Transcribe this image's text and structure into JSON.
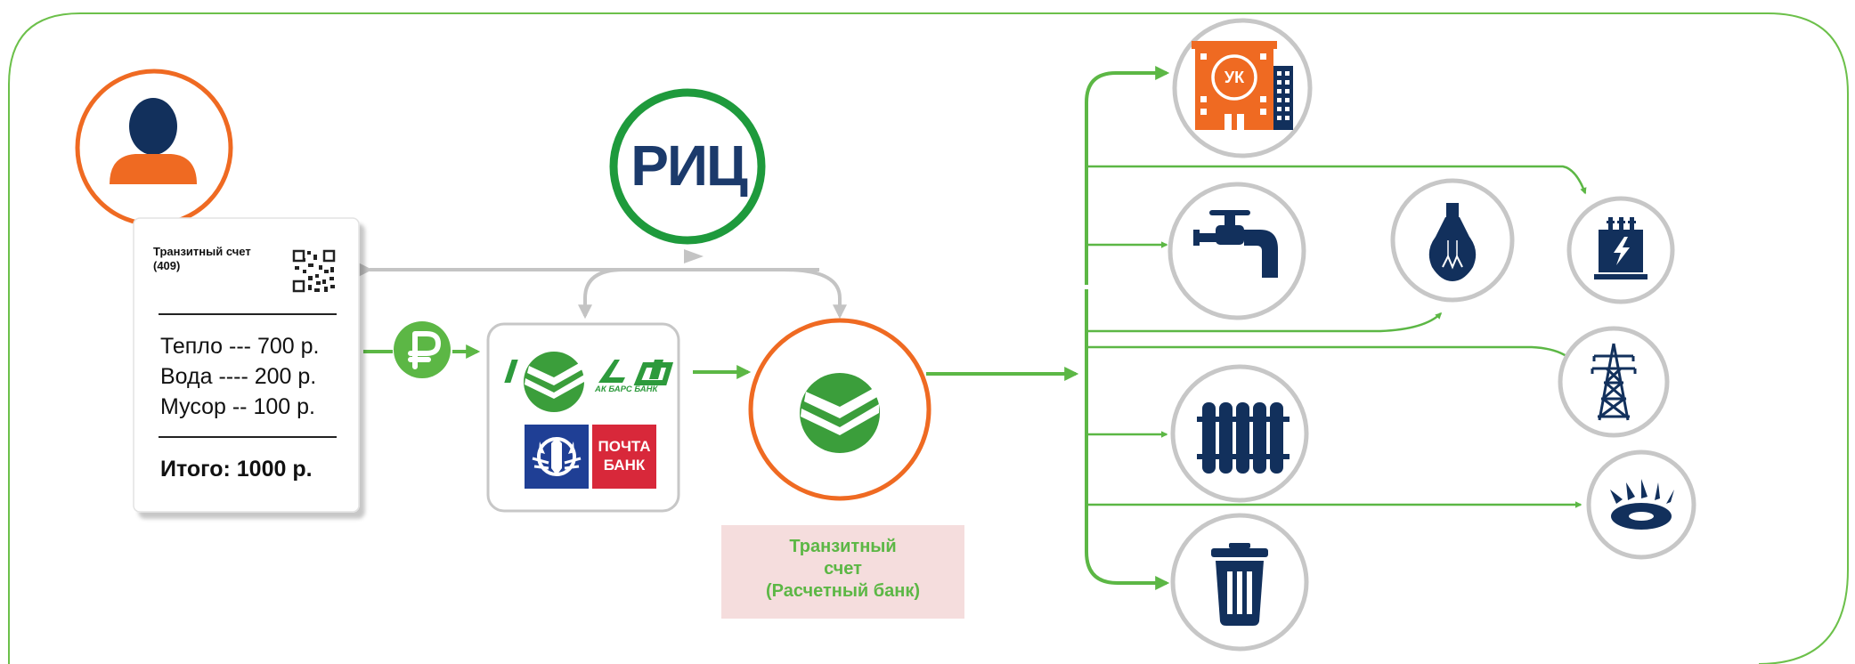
{
  "rits": {
    "label": "РИЦ"
  },
  "receipt": {
    "header": "Транзитный счет\n(409)",
    "lines": [
      "Тепло --- 700 р.",
      "Вода ---- 200 р.",
      "Мусор -- 100 р."
    ],
    "total": "Итого: 1000 р."
  },
  "banks": {
    "akbars_logo": "Ak",
    "akbars_name": "АК БАРС БАНК",
    "pochta_line1": "ПОЧТА",
    "pochta_line2": "БАНК"
  },
  "transit_account": {
    "label": "Транзитный\nсчет\n(Расчетный банк)"
  },
  "uk": {
    "label": "УК"
  },
  "colors": {
    "green": "#5cb745",
    "orange": "#ef6a22",
    "navy": "#12305c",
    "grey_ring": "#c7c7c7",
    "rits_green": "#1e9a3c",
    "sber_green": "#3b9e3b",
    "pochta_red": "#d8283a",
    "pochta_blue": "#1f3f95",
    "transit_bg": "#f5dddd"
  },
  "icons": [
    "user-icon",
    "ruble-coin-icon",
    "qr-code-icon",
    "sberbank-logo-icon",
    "ak-bars-logo-icon",
    "russian-post-eagle-icon",
    "building-uk-icon",
    "water-tap-icon",
    "light-bulb-icon",
    "transformer-icon",
    "power-tower-icon",
    "radiator-icon",
    "gas-burner-icon",
    "trash-bin-icon"
  ]
}
